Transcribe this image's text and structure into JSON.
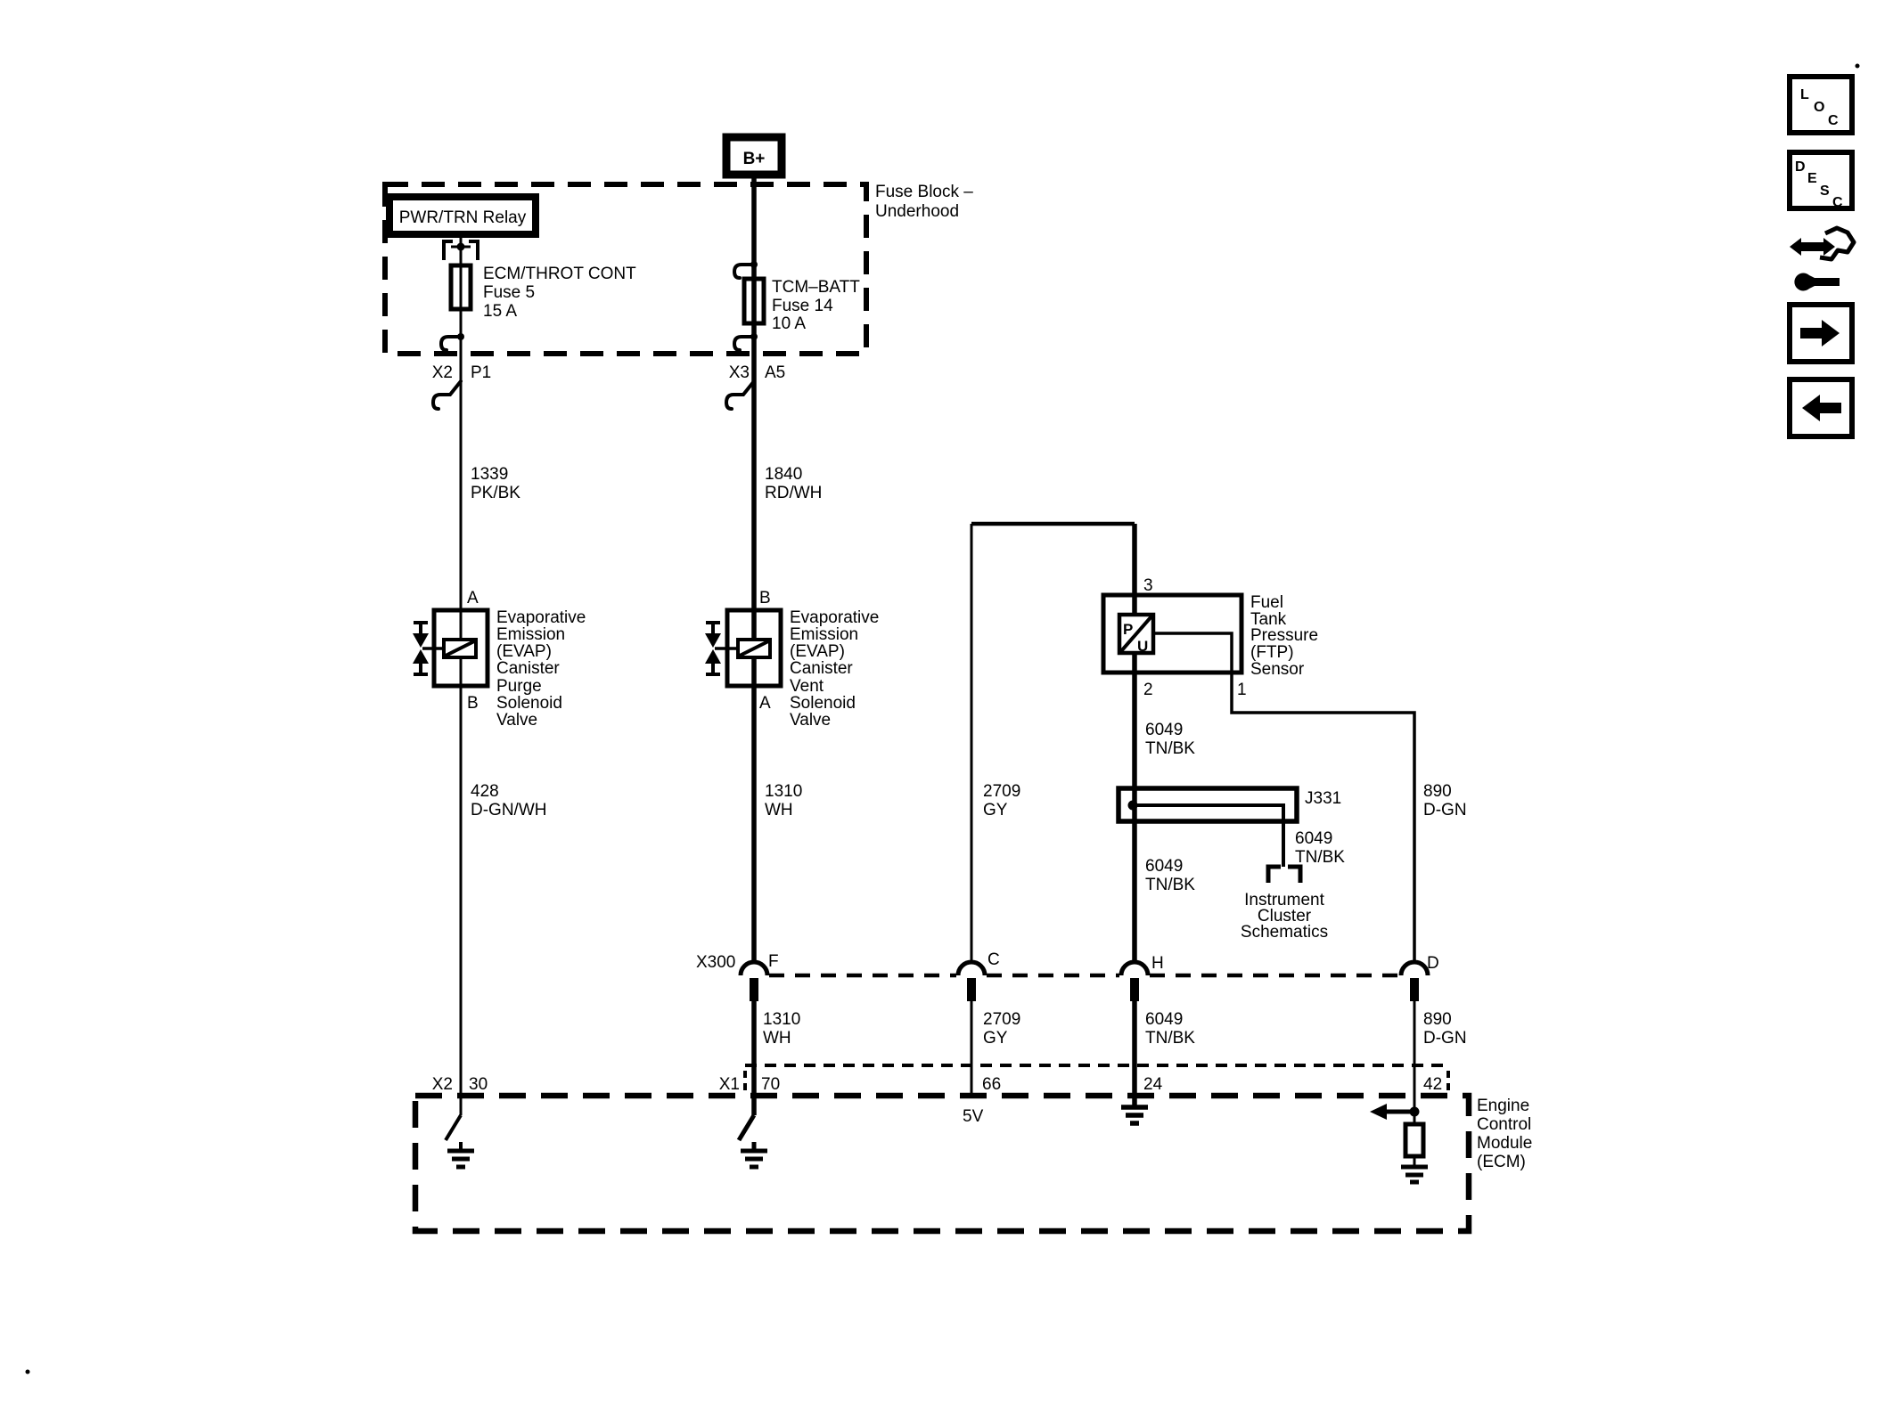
{
  "power": {
    "battery_label": "B+"
  },
  "fuse_block": {
    "title_line1": "Fuse Block –",
    "title_line2": "Underhood",
    "relay_label": "PWR/TRN Relay",
    "fuse5": {
      "name": "ECM/THROT CONT",
      "id": "Fuse 5",
      "rating": "15 A"
    },
    "fuse14": {
      "name": "TCM–BATT",
      "id": "Fuse 14",
      "rating": "10 A"
    },
    "conn_left": {
      "connector": "X2",
      "pin": "P1"
    },
    "conn_right": {
      "connector": "X3",
      "pin": "A5"
    }
  },
  "wires": {
    "w1339": {
      "circuit": "1339",
      "color": "PK/BK"
    },
    "w1840": {
      "circuit": "1840",
      "color": "RD/WH"
    },
    "w428": {
      "circuit": "428",
      "color": "D-GN/WH"
    },
    "w1310_upper": {
      "circuit": "1310",
      "color": "WH"
    },
    "w1310_lower": {
      "circuit": "1310",
      "color": "WH"
    },
    "w2709_upper": {
      "circuit": "2709",
      "color": "GY"
    },
    "w2709_lower": {
      "circuit": "2709",
      "color": "GY"
    },
    "w6049_sensor": {
      "circuit": "6049",
      "color": "TN/BK"
    },
    "w6049_branch": {
      "circuit": "6049",
      "color": "TN/BK"
    },
    "w6049_mid": {
      "circuit": "6049",
      "color": "TN/BK"
    },
    "w6049_lower": {
      "circuit": "6049",
      "color": "TN/BK"
    },
    "w890_upper": {
      "circuit": "890",
      "color": "D-GN"
    },
    "w890_lower": {
      "circuit": "890",
      "color": "D-GN"
    }
  },
  "purge_valve": {
    "pin_top": "A",
    "pin_bottom": "B",
    "label_lines": [
      "Evaporative",
      "Emission",
      "(EVAP)",
      "Canister",
      "Purge",
      "Solenoid",
      "Valve"
    ]
  },
  "vent_valve": {
    "pin_top": "B",
    "pin_bottom": "A",
    "label_lines": [
      "Evaporative",
      "Emission",
      "(EVAP)",
      "Canister",
      "Vent",
      "Solenoid",
      "Valve"
    ]
  },
  "ftp_sensor": {
    "pin_top": "3",
    "pin_bottom_left": "2",
    "pin_bottom_right": "1",
    "symbol_top": "P",
    "symbol_bottom": "U",
    "label_lines": [
      "Fuel",
      "Tank",
      "Pressure",
      "(FTP)",
      "Sensor"
    ]
  },
  "splice": {
    "label": "J331"
  },
  "instrument_cluster": {
    "label_lines": [
      "Instrument",
      "Cluster",
      "Schematics"
    ]
  },
  "x300": {
    "label": "X300",
    "pins": [
      "F",
      "C",
      "H",
      "D"
    ]
  },
  "ecm": {
    "label_lines": [
      "Engine",
      "Control",
      "Module",
      "(ECM)"
    ],
    "conn_x2": "X2",
    "pin_30": "30",
    "conn_x1": "X1",
    "pin_70": "70",
    "pin_66": "66",
    "pin_24": "24",
    "pin_42": "42",
    "ref_5v": "5V"
  },
  "sidebar_icons": {
    "loc": [
      "L",
      "O",
      "C"
    ],
    "desc": [
      "D",
      "E",
      "S",
      "C"
    ]
  },
  "colors": {
    "line": "#000000",
    "background": "#ffffff"
  }
}
